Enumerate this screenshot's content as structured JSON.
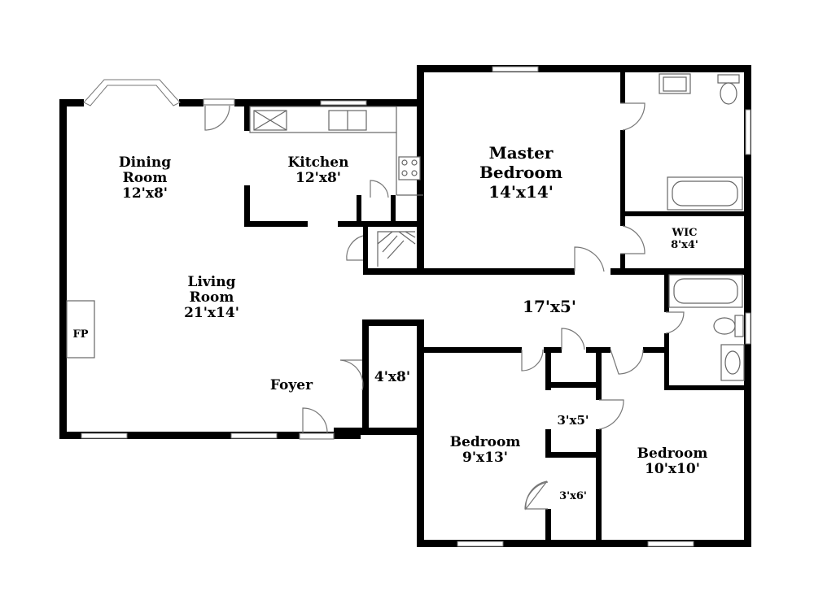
{
  "rooms": {
    "dining": {
      "name_1": "Dining",
      "name_2": "Room",
      "size": "12'x8'"
    },
    "kitchen": {
      "name": "Kitchen",
      "size": "12'x8'"
    },
    "master": {
      "name_1": "Master",
      "name_2": "Bedroom",
      "size": "14'x14'"
    },
    "wic": {
      "name": "WIC",
      "size": "8'x4'"
    },
    "living": {
      "name_1": "Living",
      "name_2": "Room",
      "size": "21'x14'"
    },
    "hall": {
      "size": "17'x5'"
    },
    "fireplace": {
      "name": "FP"
    },
    "foyer": {
      "name": "Foyer"
    },
    "closet_foyer": {
      "size": "4'x8'"
    },
    "bedroom_left": {
      "name": "Bedroom",
      "size": "9'x13'"
    },
    "bedroom_right": {
      "name": "Bedroom",
      "size": "10'x10'"
    },
    "closet_upper": {
      "size": "3'x5'"
    },
    "closet_lower": {
      "size": "3'x6'"
    }
  }
}
